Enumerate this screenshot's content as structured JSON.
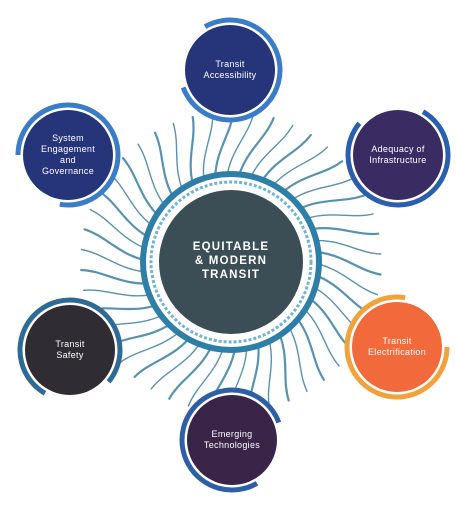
{
  "hub": {
    "label": "EQUITABLE\n& MODERN\nTRANSIT",
    "fill": "#3b4d55",
    "ring_color": "#2e7fa8",
    "wave_color": "#3a7fa6"
  },
  "nodes": [
    {
      "id": "transit-accessibility",
      "label": "Transit\nAccessibility",
      "fill": "#26357a",
      "ring": "#3a7cc7"
    },
    {
      "id": "adequacy-of-infrastructure",
      "label": "Adequacy of\nInfrastructure",
      "fill": "#3a2c63",
      "ring": "#2a5fb0"
    },
    {
      "id": "transit-electrification",
      "label": "Transit\nElectrification",
      "fill": "#f26a3c",
      "ring": "#f2a23c"
    },
    {
      "id": "emerging-technologies",
      "label": "Emerging\nTechnologies",
      "fill": "#3a2448",
      "ring": "#2c5fa8"
    },
    {
      "id": "transit-safety",
      "label": "Transit\nSafety",
      "fill": "#2f2d33",
      "ring": "#2d6a95"
    },
    {
      "id": "system-engagement-and-governance",
      "label": "System\nEngagement\nand\nGovernance",
      "fill": "#26357a",
      "ring": "#3a7cc7"
    }
  ]
}
